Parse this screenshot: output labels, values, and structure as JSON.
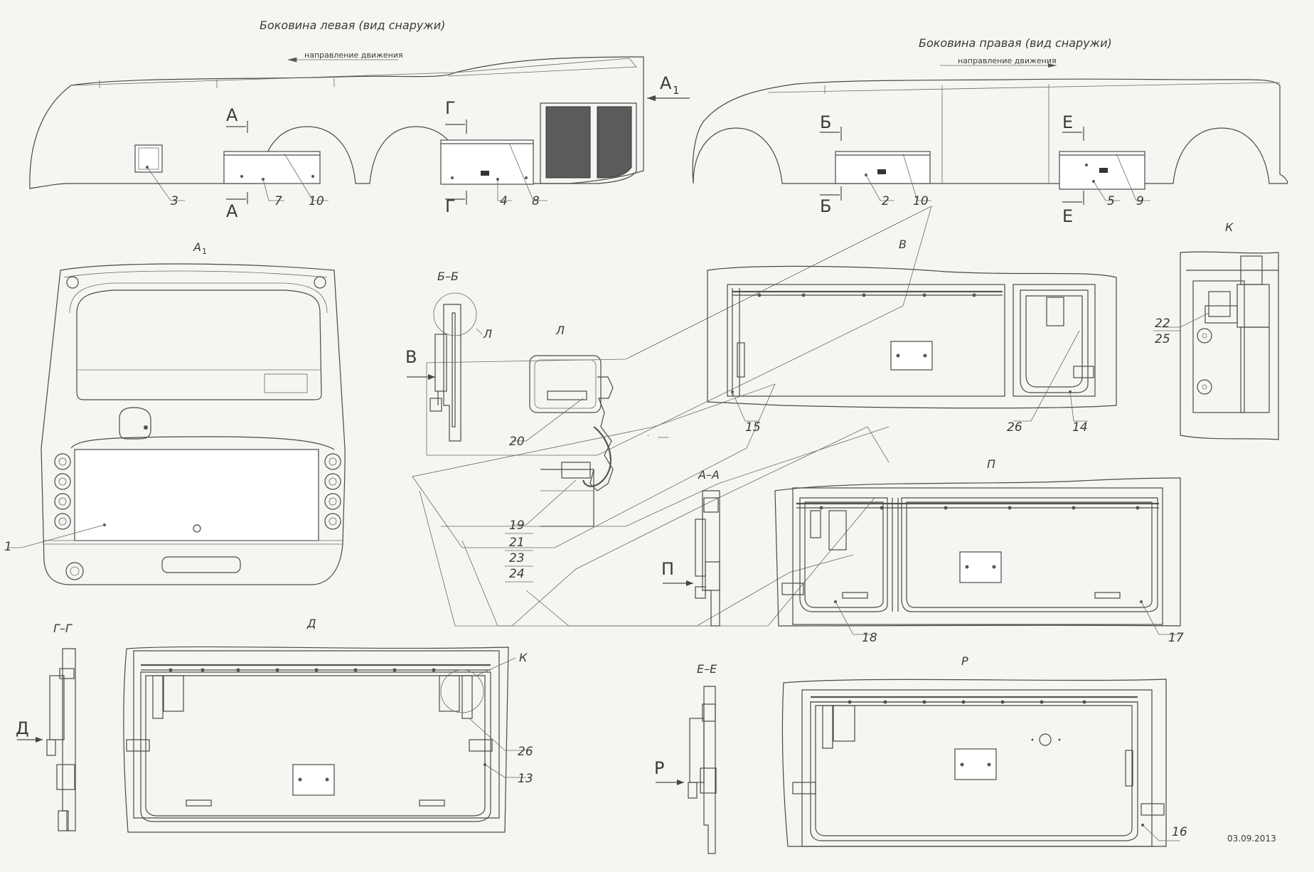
{
  "titles": {
    "left_side": "Боковина левая (вид снаружи)",
    "right_side": "Боковина правая (вид снаружи)",
    "direction": "направление движения",
    "view_a1": "А",
    "view_a1_sub": "1",
    "view_a1_arrow_main": "А",
    "view_a1_arrow_sub": "1"
  },
  "sections": {
    "a": "А",
    "b": "Б",
    "g": "Г",
    "e": "Е",
    "bb": "Б–Б",
    "aa": "А–А",
    "gg": "Г–Г",
    "ee": "Е–Е",
    "v": "В",
    "l": "Л",
    "k": "К",
    "d": "Д",
    "p": "П",
    "r": "Р"
  },
  "callouts": {
    "n1": "1",
    "n2": "2",
    "n3": "3",
    "n4": "4",
    "n5": "5",
    "n7": "7",
    "n8": "8",
    "n9": "9",
    "n10a": "10",
    "n10b": "10",
    "n13": "13",
    "n14": "14",
    "n15": "15",
    "n16": "16",
    "n17": "17",
    "n18": "18",
    "n19": "19",
    "n20": "20",
    "n21": "21",
    "n22": "22",
    "n23": "23",
    "n24": "24",
    "n25": "25",
    "n26a": "26",
    "n26b": "26"
  },
  "date": "03.09.2013"
}
